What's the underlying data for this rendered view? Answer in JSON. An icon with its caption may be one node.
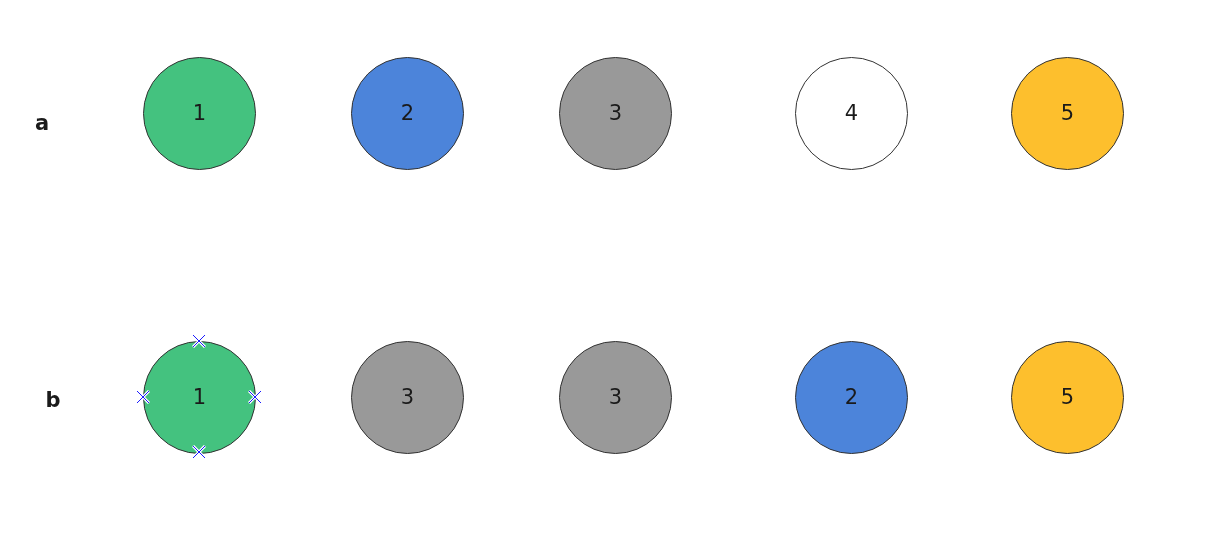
{
  "diagram": {
    "nodes": [
      {
        "text": [
          "1"
        ]
      },
      {
        "text": [
          "2"
        ]
      },
      {
        "text": [
          "3"
        ]
      },
      {
        "text": [
          "4"
        ]
      },
      {
        "text": [
          "5"
        ]
      },
      {
        "text": [
          "1"
        ]
      },
      {
        "text": [
          "3"
        ]
      },
      {
        "text": [
          "3"
        ]
      },
      {
        "text": [
          "2"
        ]
      },
      {
        "text": [
          "5"
        ]
      }
    ],
    "labels": [
      "a",
      "b"
    ]
  }
}
